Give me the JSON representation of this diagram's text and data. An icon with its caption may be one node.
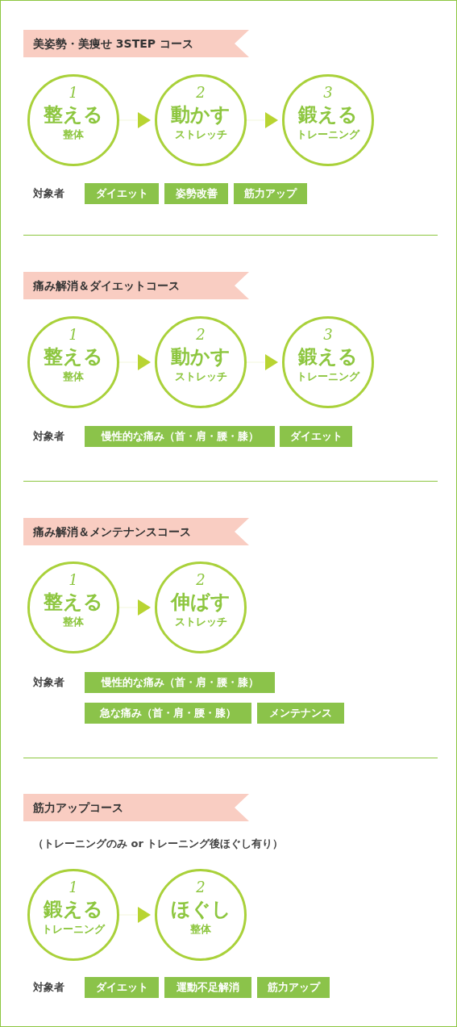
{
  "diagram": {
    "nodes": [
      {
        "text": [
          "美姿勢・美痩せ 3STEP コース"
        ]
      },
      {
        "text": [
          "1",
          "整える",
          "整体"
        ]
      },
      {
        "text": [
          "2",
          "動かす",
          "ストレッチ"
        ]
      },
      {
        "text": [
          "3",
          "鍛える",
          "トレーニング"
        ]
      },
      {
        "text": [
          "ダイエット"
        ]
      },
      {
        "text": [
          "姿勢改善"
        ]
      },
      {
        "text": [
          "筋力アップ"
        ]
      },
      {
        "text": [
          "痛み解消＆ダイエットコース"
        ]
      },
      {
        "text": [
          "1",
          "整える",
          "整体"
        ]
      },
      {
        "text": [
          "2",
          "動かす",
          "ストレッチ"
        ]
      },
      {
        "text": [
          "3",
          "鍛える",
          "トレーニング"
        ]
      },
      {
        "text": [
          "慢性的な痛み（首・肩・腰・膝）"
        ]
      },
      {
        "text": [
          "ダイエット"
        ]
      },
      {
        "text": [
          "痛み解消＆メンテナンスコース"
        ]
      },
      {
        "text": [
          "1",
          "整える",
          "整体"
        ]
      },
      {
        "text": [
          "2",
          "伸ばす",
          "ストレッチ"
        ]
      },
      {
        "text": [
          "慢性的な痛み（首・肩・腰・膝）"
        ]
      },
      {
        "text": [
          "急な痛み（首・肩・腰・膝）"
        ]
      },
      {
        "text": [
          "メンテナンス"
        ]
      },
      {
        "text": [
          "筋力アップコース"
        ]
      },
      {
        "text": [
          "1",
          "鍛える",
          "トレーニング"
        ]
      },
      {
        "text": [
          "2",
          "ほぐし",
          "整体"
        ]
      },
      {
        "text": [
          "ダイエット"
        ]
      },
      {
        "text": [
          "運動不足解消"
        ]
      },
      {
        "text": [
          "筋力アップ"
        ]
      }
    ],
    "edges": [
      {
        "from": 1,
        "to": 2,
        "arrow": "to"
      },
      {
        "from": 2,
        "to": 3,
        "arrow": "to"
      },
      {
        "from": 8,
        "to": 9,
        "arrow": "to"
      },
      {
        "from": 9,
        "to": 10,
        "arrow": "to"
      },
      {
        "from": 14,
        "to": 15,
        "arrow": "to"
      },
      {
        "from": 20,
        "to": 21,
        "arrow": "to"
      }
    ],
    "labels": [
      "対象者",
      "対象者",
      "対象者",
      "（トレーニングのみ or トレーニング後ほぐし有り）",
      "対象者"
    ]
  }
}
